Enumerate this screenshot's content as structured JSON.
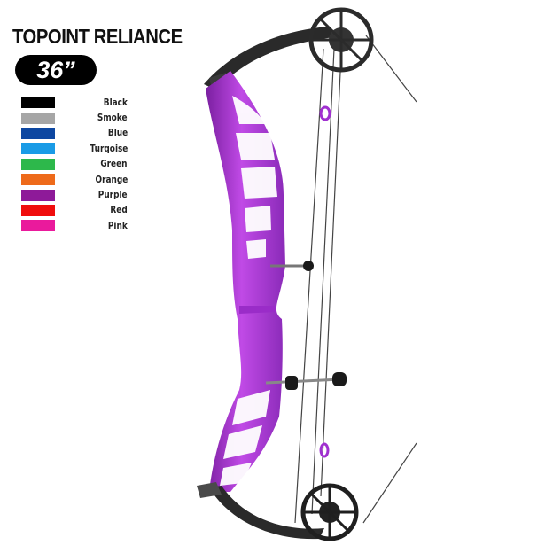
{
  "product": {
    "title": "TOPOINT RELIANCE",
    "size_badge": "36”"
  },
  "color_options": [
    {
      "name": "Black",
      "hex": "#000000"
    },
    {
      "name": "Smoke",
      "hex": "#a6a6a6"
    },
    {
      "name": "Blue",
      "hex": "#0d47a1"
    },
    {
      "name": "Turqoise",
      "hex": "#1a9be6"
    },
    {
      "name": "Green",
      "hex": "#2db84b"
    },
    {
      "name": "Orange",
      "hex": "#ee6a1a"
    },
    {
      "name": "Purple",
      "hex": "#8e1a99"
    },
    {
      "name": "Red",
      "hex": "#f00d0d"
    },
    {
      "name": "Pink",
      "hex": "#ea1a9c"
    }
  ],
  "image": {
    "subject": "compound-bow",
    "riser_color": "#b23ad8",
    "limb_color": "#2a2a2a"
  }
}
